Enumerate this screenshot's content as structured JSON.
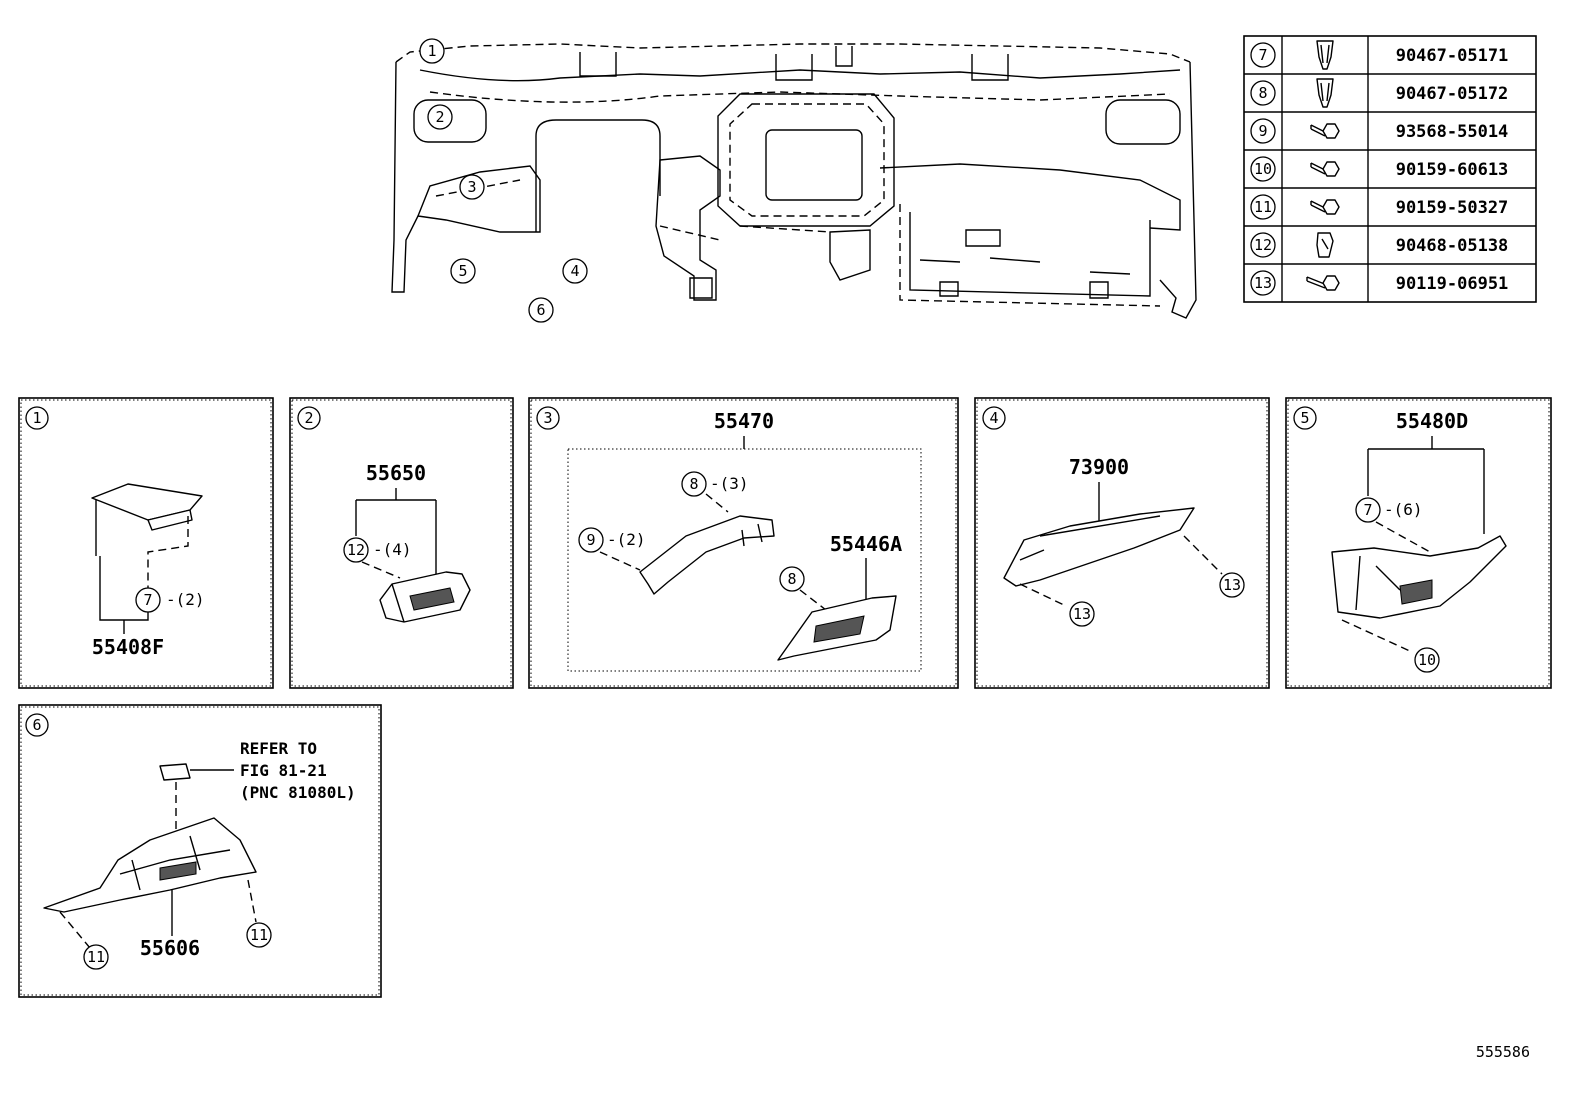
{
  "diagram_id": "555586",
  "fastener_table": [
    {
      "ref": "7",
      "part_no": "90467-05171",
      "icon": "clip-icon"
    },
    {
      "ref": "8",
      "part_no": "90467-05172",
      "icon": "clip-icon"
    },
    {
      "ref": "9",
      "part_no": "93568-55014",
      "icon": "screw-icon"
    },
    {
      "ref": "10",
      "part_no": "90159-60613",
      "icon": "screw-icon"
    },
    {
      "ref": "11",
      "part_no": "90159-50327",
      "icon": "screw-icon"
    },
    {
      "ref": "12",
      "part_no": "90468-05138",
      "icon": "nut-clip-icon"
    },
    {
      "ref": "13",
      "part_no": "90119-06951",
      "icon": "bolt-icon"
    }
  ],
  "overview_callouts": [
    "1",
    "2",
    "3",
    "4",
    "5",
    "6"
  ],
  "panels": {
    "p1": {
      "ref": "1",
      "part_no": "55408F",
      "fastener_ref": "7",
      "qty": "-(2)"
    },
    "p2": {
      "ref": "2",
      "part_no": "55650",
      "fastener_ref": "12",
      "qty": "-(4)"
    },
    "p3": {
      "ref": "3",
      "part_no": "55470",
      "sub_part_no": "55446A",
      "fastener_a_ref": "8",
      "fastener_a_qty": "-(3)",
      "fastener_b_ref": "9",
      "fastener_b_qty": "-(2)",
      "fastener_c_ref": "8"
    },
    "p4": {
      "ref": "4",
      "part_no": "73900",
      "fastener_ref": "13"
    },
    "p5": {
      "ref": "5",
      "part_no": "55480D",
      "fastener_a_ref": "7",
      "fastener_a_qty": "-(6)",
      "fastener_b_ref": "10"
    },
    "p6": {
      "ref": "6",
      "part_no": "55606",
      "fastener_ref": "11",
      "note_1": "REFER TO",
      "note_2": "FIG 81-21",
      "note_3": "(PNC 81080L)"
    }
  }
}
